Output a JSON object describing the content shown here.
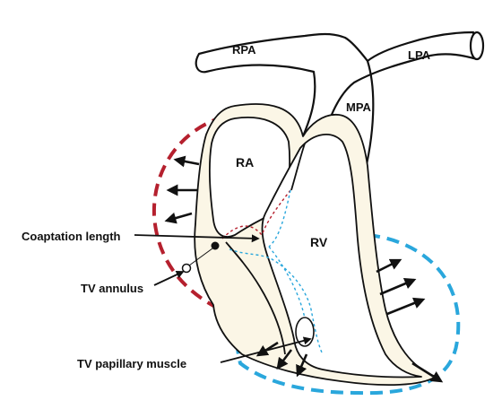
{
  "labels": {
    "rpa": "RPA",
    "lpa": "LPA",
    "mpa": "MPA",
    "ra": "RA",
    "rv": "RV",
    "coaptation_length": "Coaptation length",
    "tv_annulus": "TV annulus",
    "tv_papillary_muscle": "TV papillary muscle"
  },
  "colors": {
    "tissue_fill": "#fbf6e6",
    "outline": "#111111",
    "ra_dilation": "#b5202e",
    "rv_dilation": "#2aa7dc",
    "arrow": "#111111"
  }
}
